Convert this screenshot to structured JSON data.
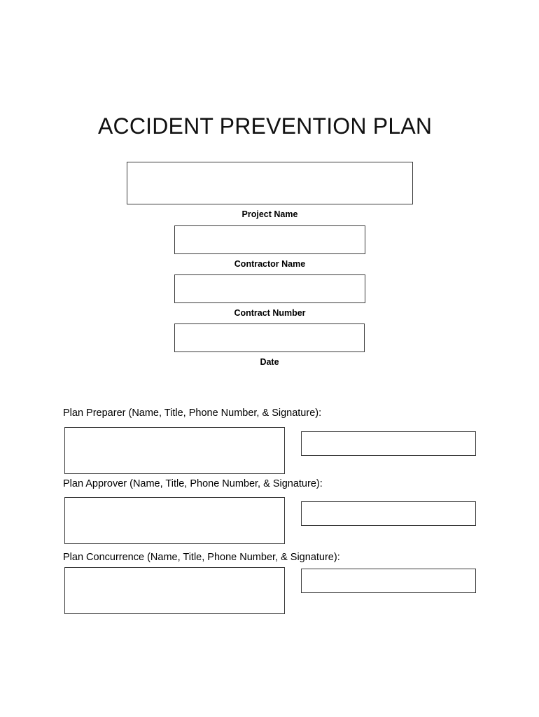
{
  "document": {
    "title": "ACCIDENT PREVENTION PLAN"
  },
  "header_fields": [
    {
      "key": "project_name",
      "caption": "Project Name",
      "value": ""
    },
    {
      "key": "contractor_name",
      "caption": "Contractor Name",
      "value": ""
    },
    {
      "key": "contract_number",
      "caption": "Contract Number",
      "value": ""
    },
    {
      "key": "date",
      "caption": "Date",
      "value": ""
    }
  ],
  "signature_blocks": [
    {
      "key": "plan_preparer",
      "label": "Plan Preparer (Name, Title, Phone Number, & Signature):",
      "details_value": "",
      "signature_value": ""
    },
    {
      "key": "plan_approver",
      "label": "Plan Approver (Name, Title, Phone Number, & Signature):",
      "details_value": "",
      "signature_value": ""
    },
    {
      "key": "plan_concurrence",
      "label": "Plan Concurrence (Name, Title, Phone Number, & Signature):",
      "details_value": "",
      "signature_value": ""
    }
  ],
  "colors": {
    "page_background": "#ffffff",
    "text": "#000000",
    "box_border": "#3a3a3a"
  }
}
